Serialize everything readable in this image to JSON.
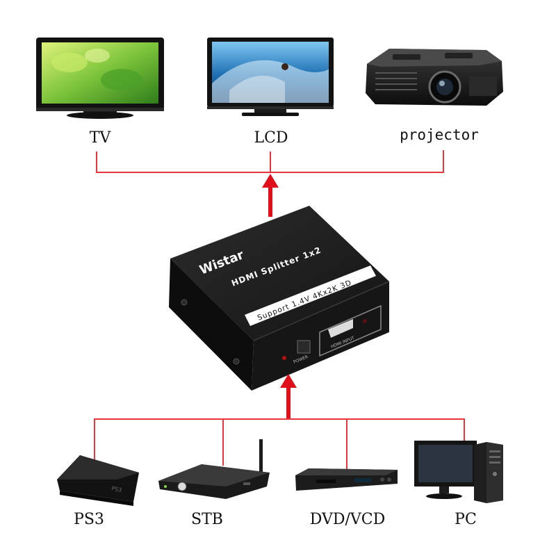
{
  "colors": {
    "connector": "#e8343a",
    "arrow": "#e0101a",
    "device_body": "#1a1a1a",
    "label_strip": "#ffffff"
  },
  "outputs": [
    {
      "label": "TV",
      "icon": "tv-icon"
    },
    {
      "label": "LCD",
      "icon": "lcd-monitor-icon"
    },
    {
      "label": "projector",
      "icon": "projector-icon"
    }
  ],
  "inputs": [
    {
      "label": "PS3",
      "icon": "game-console-icon"
    },
    {
      "label": "STB",
      "icon": "set-top-box-icon"
    },
    {
      "label": "DVD/VCD",
      "icon": "dvd-player-icon"
    },
    {
      "label": "PC",
      "icon": "desktop-pc-icon"
    }
  ],
  "splitter": {
    "brand": "Wistar",
    "model": "HDMI Splitter 1x2",
    "support": "Support 1.4V 4Kx2K 3D",
    "input_port_label": "HDMI INPUT",
    "power_label": "POWER",
    "icon": "hdmi-splitter-icon"
  }
}
